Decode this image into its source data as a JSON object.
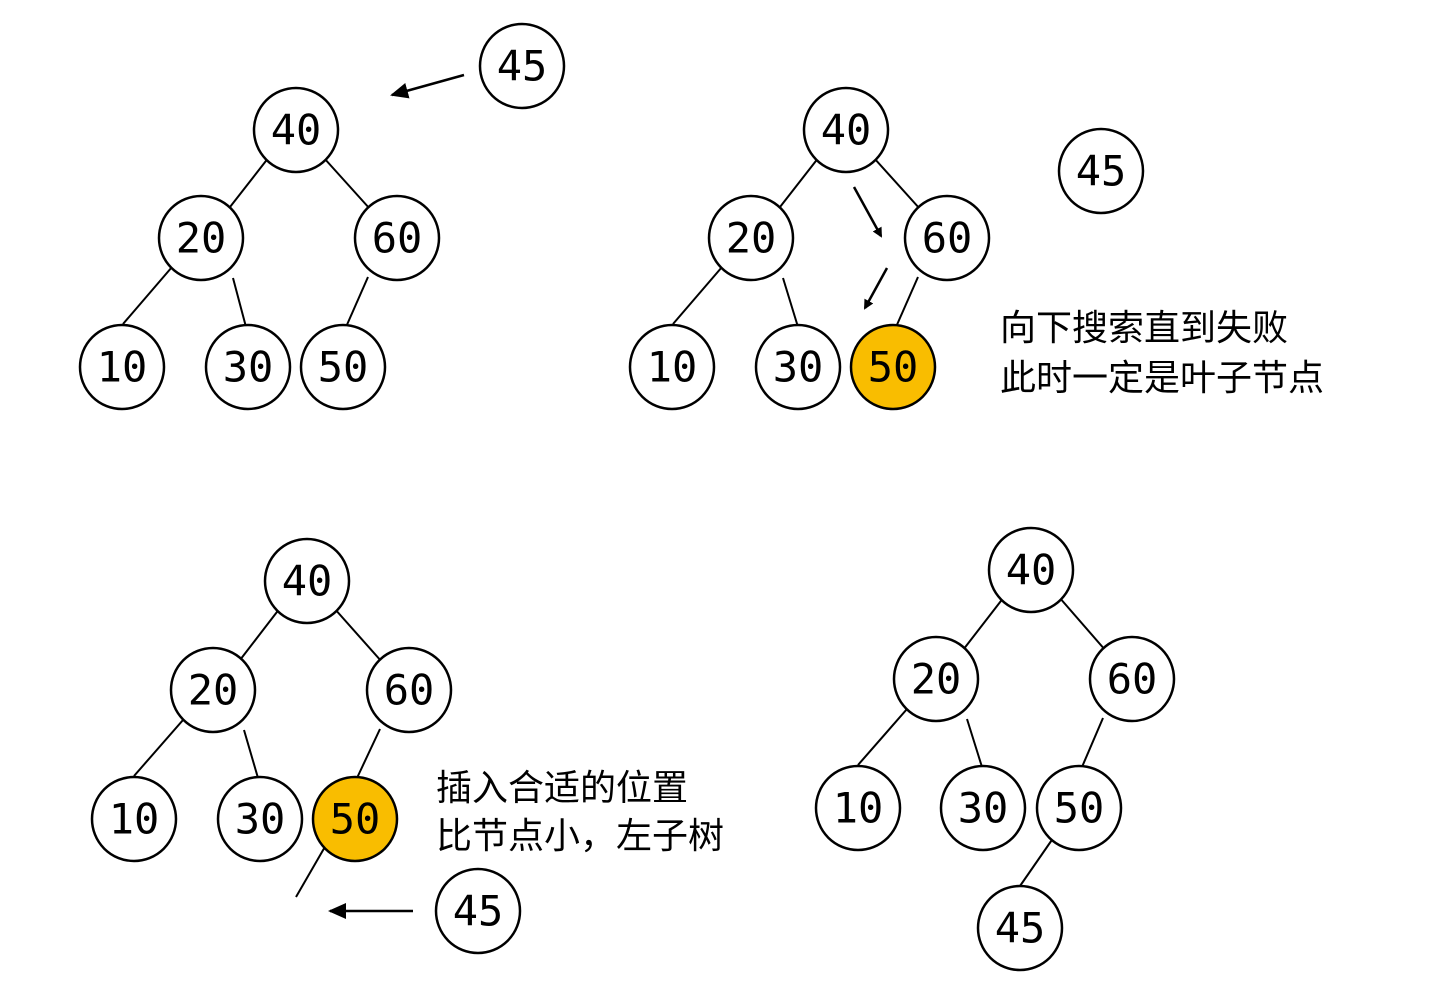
{
  "panels": {
    "panel1": {
      "nodes": {
        "n40": "40",
        "n20": "20",
        "n60": "60",
        "n10": "10",
        "n30": "30",
        "n50": "50"
      },
      "new_node": "45"
    },
    "panel2": {
      "nodes": {
        "n40": "40",
        "n20": "20",
        "n60": "60",
        "n10": "10",
        "n30": "30",
        "n50": "50"
      },
      "new_node": "45",
      "note_line1": "向下搜索直到失败",
      "note_line2": "此时一定是叶子节点"
    },
    "panel3": {
      "nodes": {
        "n40": "40",
        "n20": "20",
        "n60": "60",
        "n10": "10",
        "n30": "30",
        "n50": "50"
      },
      "new_node": "45",
      "note_line1": "插入合适的位置",
      "note_line2": "比节点小，左子树"
    },
    "panel4": {
      "nodes": {
        "n40": "40",
        "n20": "20",
        "n60": "60",
        "n10": "10",
        "n30": "30",
        "n50": "50",
        "n45": "45"
      }
    }
  },
  "colors": {
    "highlight": "#f9bd00",
    "node_fill": "#ffffff",
    "stroke": "#000000"
  }
}
